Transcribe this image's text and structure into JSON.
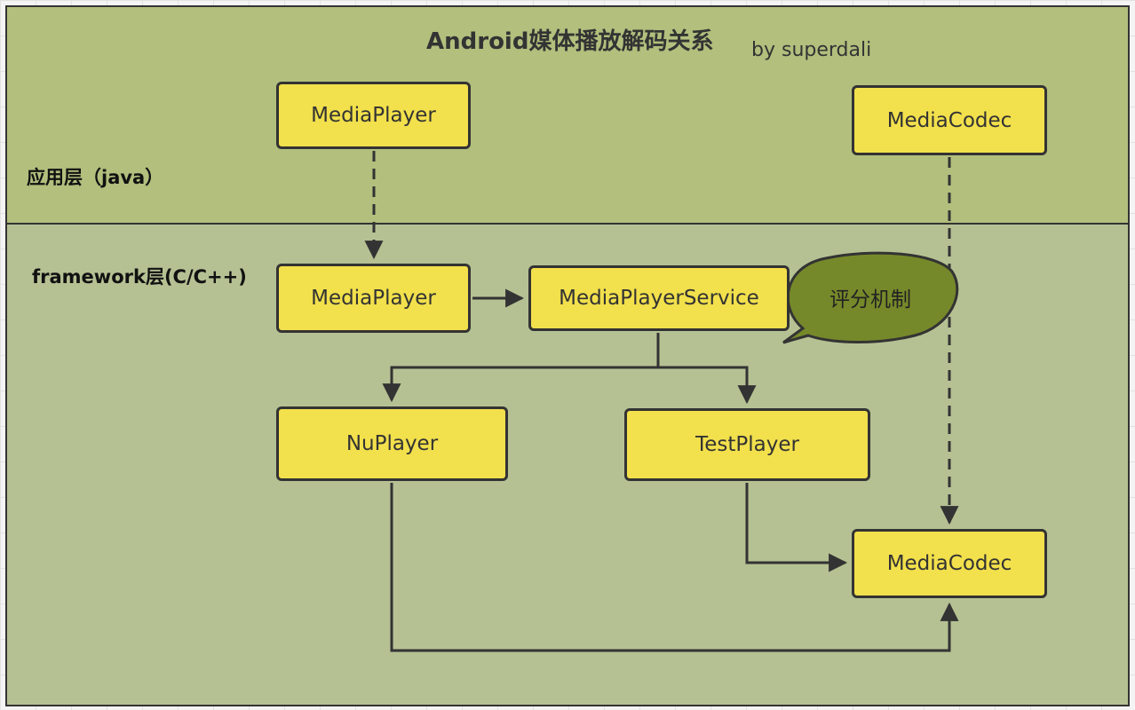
{
  "diagram": {
    "title": "Android媒体播放解码关系",
    "byline": "by superdali",
    "layers": {
      "app_label": "应用层（java）",
      "framework_label": "framework层(C/C++)"
    },
    "nodes": {
      "mediaplayer_app": "MediaPlayer",
      "mediacodec_app": "MediaCodec",
      "mediaplayer_fw": "MediaPlayer",
      "mediaplayerservice": "MediaPlayerService",
      "nuplayer": "NuPlayer",
      "testplayer": "TestPlayer",
      "mediacodec_fw": "MediaCodec"
    },
    "callout": "评分机制",
    "edges": [
      {
        "from": "mediaplayer_app",
        "to": "mediaplayer_fw",
        "style": "dashed"
      },
      {
        "from": "mediacodec_app",
        "to": "mediacodec_fw",
        "style": "dashed"
      },
      {
        "from": "mediaplayer_fw",
        "to": "mediaplayerservice",
        "style": "solid"
      },
      {
        "from": "mediaplayerservice",
        "to": "nuplayer",
        "style": "solid"
      },
      {
        "from": "mediaplayerservice",
        "to": "testplayer",
        "style": "solid"
      },
      {
        "from": "testplayer",
        "to": "mediacodec_fw",
        "style": "solid"
      },
      {
        "from": "nuplayer",
        "to": "mediacodec_fw",
        "style": "solid"
      }
    ],
    "colors": {
      "app_layer_bg": "#b2bf7d",
      "framework_layer_bg": "#b5c193",
      "node_fill": "#f2e04c",
      "callout_fill": "#76892a",
      "stroke": "#333333"
    }
  }
}
